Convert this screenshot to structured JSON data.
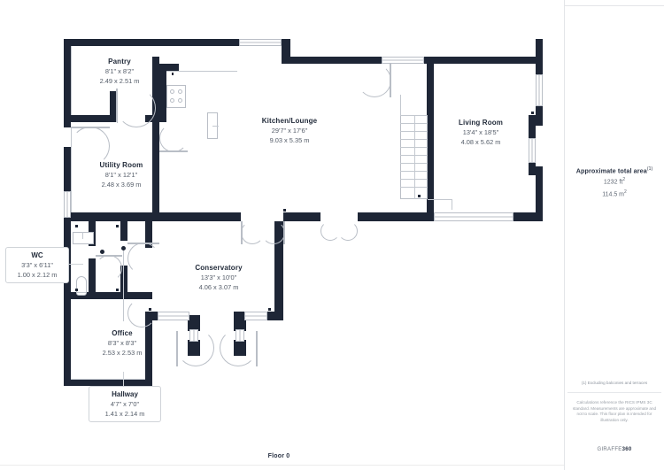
{
  "floor": {
    "label": "Floor 0"
  },
  "sidebar": {
    "area_title": "Approximate total area",
    "area_title_sup": "(1)",
    "area_imperial": "1232 ft",
    "area_imperial_sup": "2",
    "area_metric": "114.5 m",
    "area_metric_sup": "2",
    "footnote": "(1) Excluding balconies and terraces",
    "disclaimer": "Calculations reference the RICS IPMS 3C standard. Measurements are approximate and not to scale. This floor plan is intended for illustration only.",
    "brand_prefix": "GIRAFFE",
    "brand_suffix": "360"
  },
  "rooms": [
    {
      "id": "pantry",
      "name": "Pantry",
      "imperial": "8'1\" x 8'2\"",
      "metric": "2.49 x 2.51 m"
    },
    {
      "id": "utility-room",
      "name": "Utility Room",
      "imperial": "8'1\" x 12'1\"",
      "metric": "2.48 x 3.69 m"
    },
    {
      "id": "kitchen-lounge",
      "name": "Kitchen/Lounge",
      "imperial": "29'7\" x 17'6\"",
      "metric": "9.03 x 5.35 m"
    },
    {
      "id": "living-room",
      "name": "Living Room",
      "imperial": "13'4\" x 18'5\"",
      "metric": "4.08 x 5.62 m"
    },
    {
      "id": "wc",
      "name": "WC",
      "imperial": "3'3\" x 6'11\"",
      "metric": "1.00 x 2.12 m"
    },
    {
      "id": "conservatory",
      "name": "Conservatory",
      "imperial": "13'3\" x 10'0\"",
      "metric": "4.06 x 3.07 m"
    },
    {
      "id": "office",
      "name": "Office",
      "imperial": "8'3\" x 8'3\"",
      "metric": "2.53 x 2.53 m"
    },
    {
      "id": "hallway",
      "name": "Hallway",
      "imperial": "4'7\" x 7'0\"",
      "metric": "1.41 x 2.14 m"
    }
  ],
  "colors": {
    "wall": "#1e2636",
    "text_dark": "#222b3a",
    "text_muted": "#545c68",
    "line_light": "#b9bec6",
    "panel_border": "#e3e5e8"
  }
}
